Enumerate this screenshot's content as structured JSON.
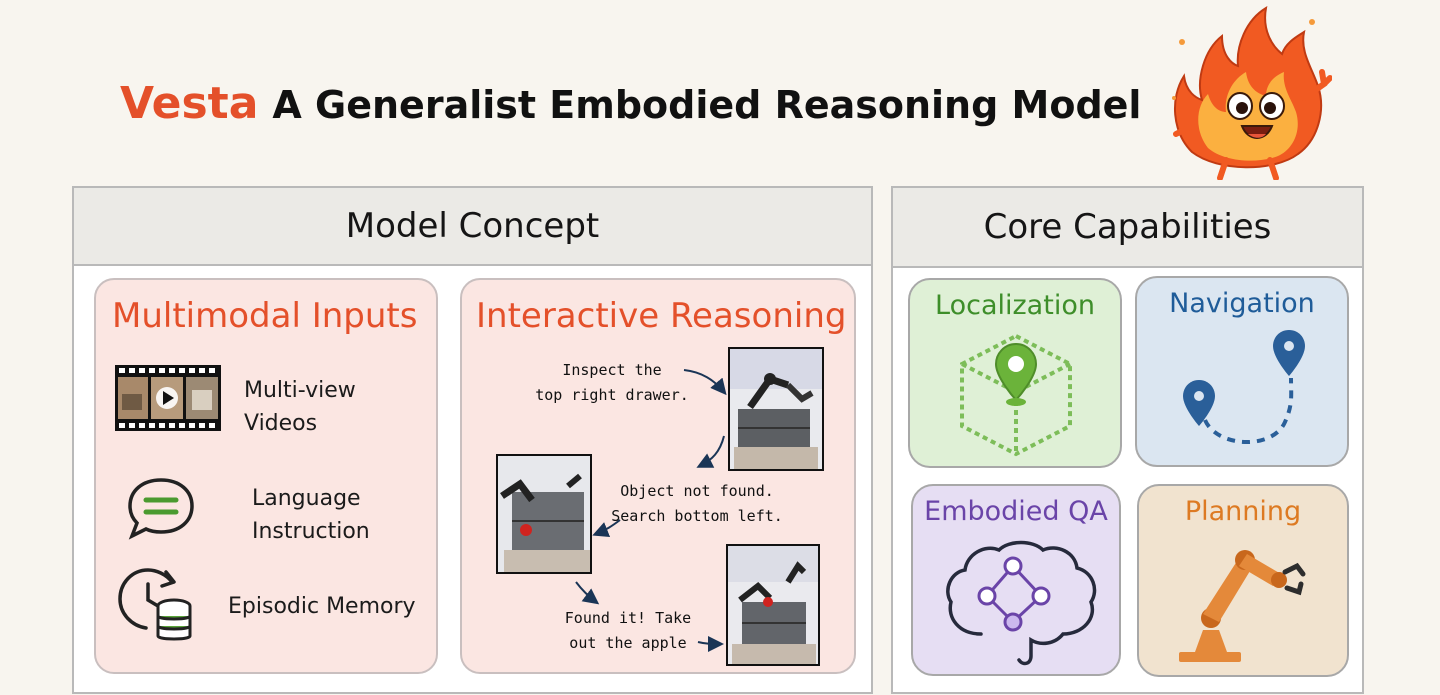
{
  "title": {
    "brand": "Vesta",
    "text": "A Generalist Embodied Reasoning Model"
  },
  "colors": {
    "accent": "#e4502a",
    "background": "#f8f5ef",
    "panel_border": "#b9b9b9"
  },
  "concept": {
    "header": "Model Concept",
    "inputs": {
      "title": "Multimodal Inputs",
      "items": [
        {
          "icon": "film-strip-icon",
          "label_lines": [
            "Multi-view",
            "Videos"
          ]
        },
        {
          "icon": "chat-bubble-icon",
          "label_lines": [
            "Language",
            "Instruction"
          ]
        },
        {
          "icon": "clock-database-icon",
          "label_lines": [
            "Episodic Memory"
          ]
        }
      ]
    },
    "reasoning": {
      "title": "Interactive Reasoning",
      "steps": [
        {
          "lines": [
            "Inspect the",
            "top right drawer."
          ]
        },
        {
          "lines": [
            "Object not found.",
            "Search bottom left."
          ]
        },
        {
          "lines": [
            "Found it! Take",
            "out the apple"
          ]
        }
      ]
    }
  },
  "capabilities": {
    "header": "Core Capabilities",
    "items": [
      {
        "label": "Localization",
        "color": "#3e8e2a",
        "bg": "#dff0d6",
        "icon": "map-pin-cube-icon"
      },
      {
        "label": "Navigation",
        "color": "#1f5c99",
        "bg": "#dbe6f1",
        "icon": "route-pins-icon"
      },
      {
        "label": "Embodied QA",
        "color": "#6a44a8",
        "bg": "#e6def3",
        "icon": "brain-graph-icon"
      },
      {
        "label": "Planning",
        "color": "#dd7a22",
        "bg": "#f1e3cf",
        "icon": "robot-arm-icon"
      }
    ]
  }
}
